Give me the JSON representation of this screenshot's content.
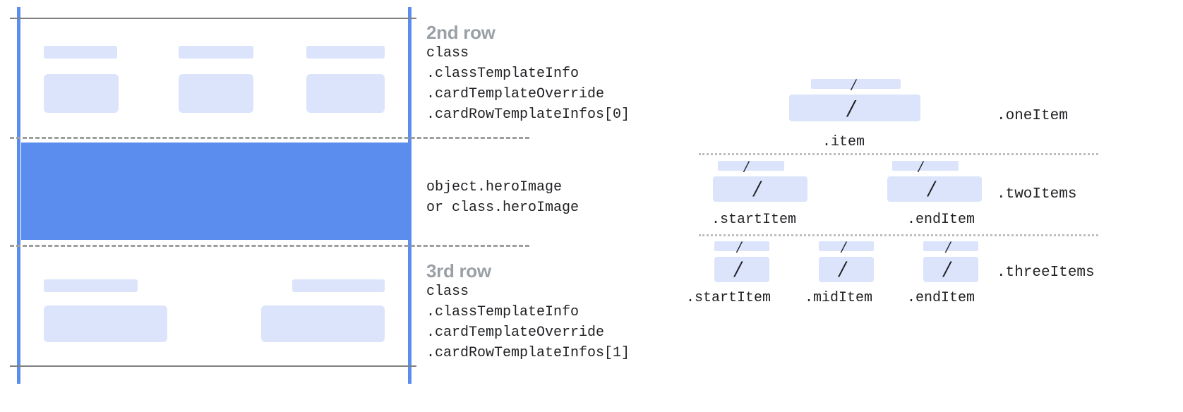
{
  "left_diagram": {
    "rows": [
      {
        "title": "2nd row",
        "code": "class\n.classTemplateInfo\n.cardTemplateOverride\n.cardRowTemplateInfos[0]"
      },
      {
        "title": "",
        "code": "object.heroImage\nor class.heroImage"
      },
      {
        "title": "3rd row",
        "code": "class\n.classTemplateInfo\n.cardTemplateOverride\n.cardRowTemplateInfos[1]"
      }
    ],
    "colors": {
      "rail": "#5b8def",
      "hero": "#5b8def",
      "placeholder": "#dbe4fb",
      "rule": "#808080",
      "dash": "#9e9e9e",
      "title_text": "#9aa0a6",
      "code_text": "#202124"
    }
  },
  "right_diagram": {
    "glyph": "/",
    "groups": [
      {
        "name": ".oneItem",
        "items": [
          {
            "label": ".item"
          }
        ]
      },
      {
        "name": ".twoItems",
        "items": [
          {
            "label": ".startItem"
          },
          {
            "label": ".endItem"
          }
        ]
      },
      {
        "name": ".threeItems",
        "items": [
          {
            "label": ".startItem"
          },
          {
            "label": ".midItem"
          },
          {
            "label": ".endItem"
          }
        ]
      }
    ],
    "colors": {
      "placeholder": "#dbe4fb",
      "dash": "#bdbdbd",
      "label_text": "#202124"
    }
  }
}
